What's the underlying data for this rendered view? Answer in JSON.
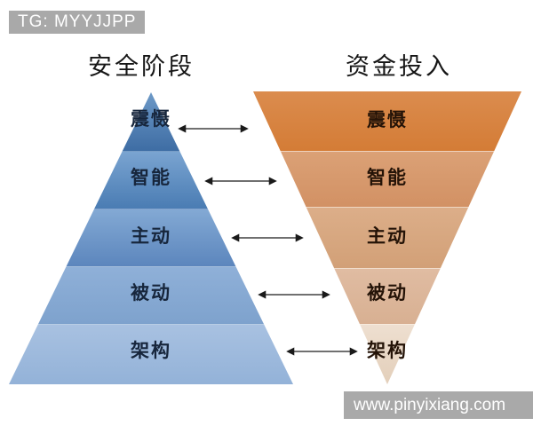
{
  "watermarks": {
    "top_left": "TG: MYYJJPP",
    "bottom_right": "www.pinyixiang.com",
    "bar_color": "#a9a9a9",
    "text_color": "#ffffff"
  },
  "diagram": {
    "left": {
      "title": "安全阶段",
      "type": "pyramid",
      "levels": [
        "震慑",
        "智能",
        "主动",
        "被动",
        "架构"
      ],
      "colors_top_to_bottom": [
        "#5583b6",
        "#6290c2",
        "#6f97c8",
        "#86a9d2",
        "#9dbadc"
      ]
    },
    "right": {
      "title": "资金投入",
      "type": "inverted-pyramid",
      "levels": [
        "震慑",
        "智能",
        "主动",
        "被动",
        "架构"
      ],
      "colors_top_to_bottom": [
        "#d78442",
        "#d6996d",
        "#d7a780",
        "#dcb69a",
        "#e8d7c5"
      ]
    },
    "connectors": {
      "count": 5,
      "style": "double-headed-arrow",
      "color": "#1a1a1a"
    }
  }
}
